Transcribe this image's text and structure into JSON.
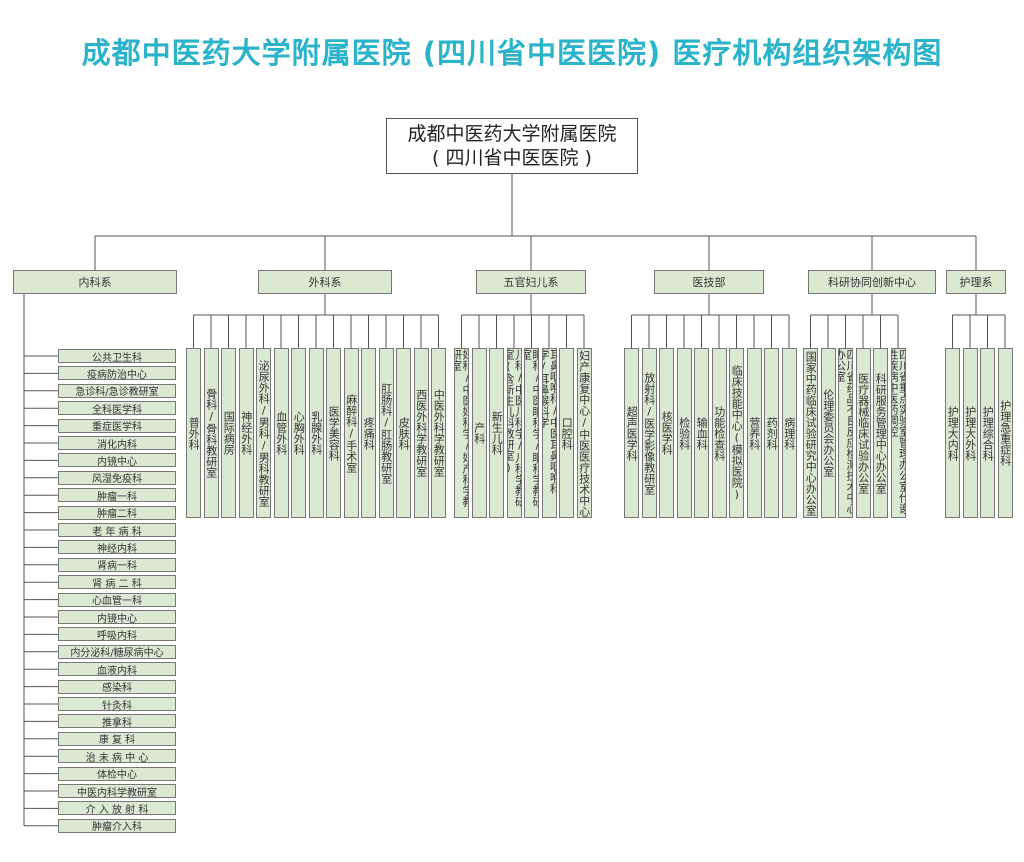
{
  "title": "成都中医药大学附属医院 (四川省中医医院) 医疗机构组织架构图",
  "root": {
    "line1": "成都中医药大学附属医院",
    "line2": "( 四川省中医医院 )"
  },
  "departments": [
    {
      "name": "内科系",
      "units": [
        "公共卫生科",
        "疫病防治中心",
        "急诊科/急诊教研室",
        "全科医学科",
        "重症医学科",
        "消化内科",
        "内镜中心",
        "风湿免疫科",
        "肿瘤一科",
        "肿瘤二科",
        "老 年 病 科",
        "神经内科",
        "肾病一科",
        "肾 病 二 科",
        "心血管一科",
        "内镜中心",
        "呼吸内科",
        "内分泌科/糖尿病中心",
        "血液内科",
        "感染科",
        "针灸科",
        "推拿科",
        "康 复 科",
        "治 未 病 中 心",
        "体检中心",
        "中医内科学教研室",
        "介 入 放 射 科",
        "肿瘤介入科"
      ]
    },
    {
      "name": "外科系",
      "units": [
        "普外科",
        "骨科/骨科教研室",
        "国际病房",
        "神经外科",
        "泌尿外科/男科/男科教研室",
        "血管外科",
        "心胸外科",
        "乳腺外科",
        "医学美容科",
        "麻醉科/手术室",
        "疼痛科",
        "肛肠科/肛肠教研室",
        "皮肤科",
        "西医外科学教研室",
        "中医外科学教研室"
      ]
    },
    {
      "name": "五官妇儿系",
      "units": [
        "妇科/中医妇科学/妇产科学教研室",
        "产科",
        "新生儿科",
        "儿科/中医儿科学/儿科学教研室(含新生儿科教研室)",
        "眼科/中医眼科学/眼科学教研室",
        "耳鼻咽喉科/中医耳鼻咽喉科学/耳鼻喉科学",
        "口腔科",
        "妇产康复中心/中医医疗技术中心"
      ]
    },
    {
      "name": "医技部",
      "units": [
        "超声医学科",
        "放射科/医学影像教研室",
        "核医学科",
        "检验科",
        "输血科",
        "功能检查科",
        "临床技能中心(模拟医院)",
        "营养科",
        "药剂科",
        "病理科"
      ]
    },
    {
      "name": "科研协同创新中心",
      "units": [
        "国家中药临床试验研究中心办公室",
        "伦理委员会办公室",
        "四川省药品不良反应检测技术中心办公室",
        "医疗器械临床试验办公室",
        "科研服务管理中心办公室",
        "四川省重点实验室管理办公室代谢性疾病中医药调控"
      ]
    },
    {
      "name": "护理系",
      "units": [
        "护理大内科",
        "护理大外科",
        "护理综合科",
        "护理急重症科"
      ]
    }
  ]
}
